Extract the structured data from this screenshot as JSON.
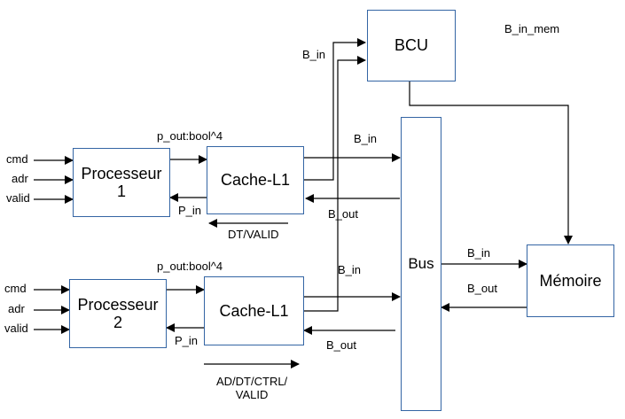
{
  "colors": {
    "block_border": "#3465a4",
    "arrow": "#000000",
    "background": "#ffffff"
  },
  "blocks": {
    "bcu": "BCU",
    "processor1": "Processeur\n1",
    "cache1": "Cache-L1",
    "processor2": "Processeur\n2",
    "cache2": "Cache-L1",
    "bus": "Bus",
    "memory": "Mémoire"
  },
  "labels": {
    "b_in_mem": "B_in_mem",
    "bcu_b_in": "B_in",
    "p1_cmd": "cmd",
    "p1_adr": "adr",
    "p1_valid": "valid",
    "p1_p_out": "p_out:bool^4",
    "p1_p_in": "P_in",
    "c1_b_in": "B_in",
    "c1_b_out": "B_out",
    "dt_valid": "DT/VALID",
    "p2_cmd": "cmd",
    "p2_adr": "adr",
    "p2_valid": "valid",
    "p2_p_out": "p_out:bool^4",
    "p2_p_in": "P_in",
    "c2_b_in": "B_in",
    "c2_b_out": "B_out",
    "ad_dt_ctrl_valid": "AD/DT/CTRL/\nVALID",
    "mem_b_in": "B_in",
    "mem_b_out": "B_out"
  }
}
